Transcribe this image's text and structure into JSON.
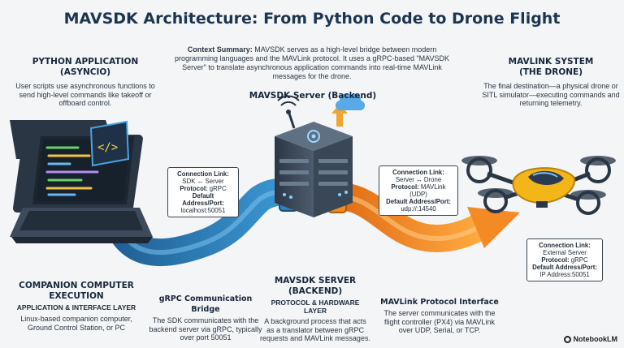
{
  "title": "MAVSDK Architecture: From Python Code to Drone Flight",
  "context": {
    "label": "Context Summary:",
    "text": "MAVSDK serves as a high-level bridge between modern programming languages and the MAVLink protocol. It uses a gRPC-based \"MAVSDK Server\" to translate asynchronous application commands into real-time MAVLink messages for the drone."
  },
  "python_app": {
    "heading_line1": "PYTHON APPLICATION",
    "heading_line2": "(ASYNCIO)",
    "description": "User scripts use asynchronous functions to send high-level commands like takeoff or offboard control."
  },
  "mavsdk_server_label": "MAVSDK Server (Backend)",
  "mavlink_system": {
    "heading_line1": "MAVLINK SYSTEM",
    "heading_line2": "(THE DRONE)",
    "description": "The final destination—a physical drone or SITL simulator—executing commands and returning telemetry."
  },
  "conn_grpc": {
    "title": "Connection Link:",
    "link": "SDK ↔ Server",
    "protocol_label": "Protocol:",
    "protocol": "gRPC",
    "address_label": "Default Address/Port:",
    "address": "localhost:50051"
  },
  "conn_mavlink": {
    "title": "Connection Link:",
    "link": "Server ↔ Drone",
    "protocol_label": "Protocol:",
    "protocol": "MAVLink (UDP)",
    "address_label": "Default Address/Port:",
    "address": "udp://:14540"
  },
  "conn_external": {
    "title": "Connection Link:",
    "link": "External Server",
    "protocol_label": "Protocol:",
    "protocol": "gRPC",
    "address_label": "Default Address/Port:",
    "address": "IP Address:50051"
  },
  "companion": {
    "heading_line1": "COMPANION COMPUTER",
    "heading_line2": "EXECUTION",
    "sub": "APPLICATION & INTERFACE LAYER",
    "description": "Linux-based companion computer, Ground Control Station, or PC"
  },
  "grpc_bridge": {
    "heading": "gRPC Communication Bridge",
    "description": "The SDK communicates with the backend server via gRPC, typically over port 50051"
  },
  "server_backend": {
    "heading_line1": "MAVSDK SERVER",
    "heading_line2": "(BACKEND)",
    "sub": "PROTOCOL & HARDWARE LAYER",
    "description": "A background process that acts as a translator between gRPC requests and MAVLink messages."
  },
  "mavlink_interface": {
    "heading": "MAVLink Protocol Interface",
    "description": "The server communicates with the flight controller (PX4) via MAVLink over UDP, Serial, or TCP."
  },
  "logo": "NotebookLM",
  "colors": {
    "grpc_pipe": "#2f7fb8",
    "mavlink_pipe": "#f08a24",
    "server_body": "#3a4757",
    "drone_body": "#f2b619",
    "background": "#f3f5f7"
  }
}
